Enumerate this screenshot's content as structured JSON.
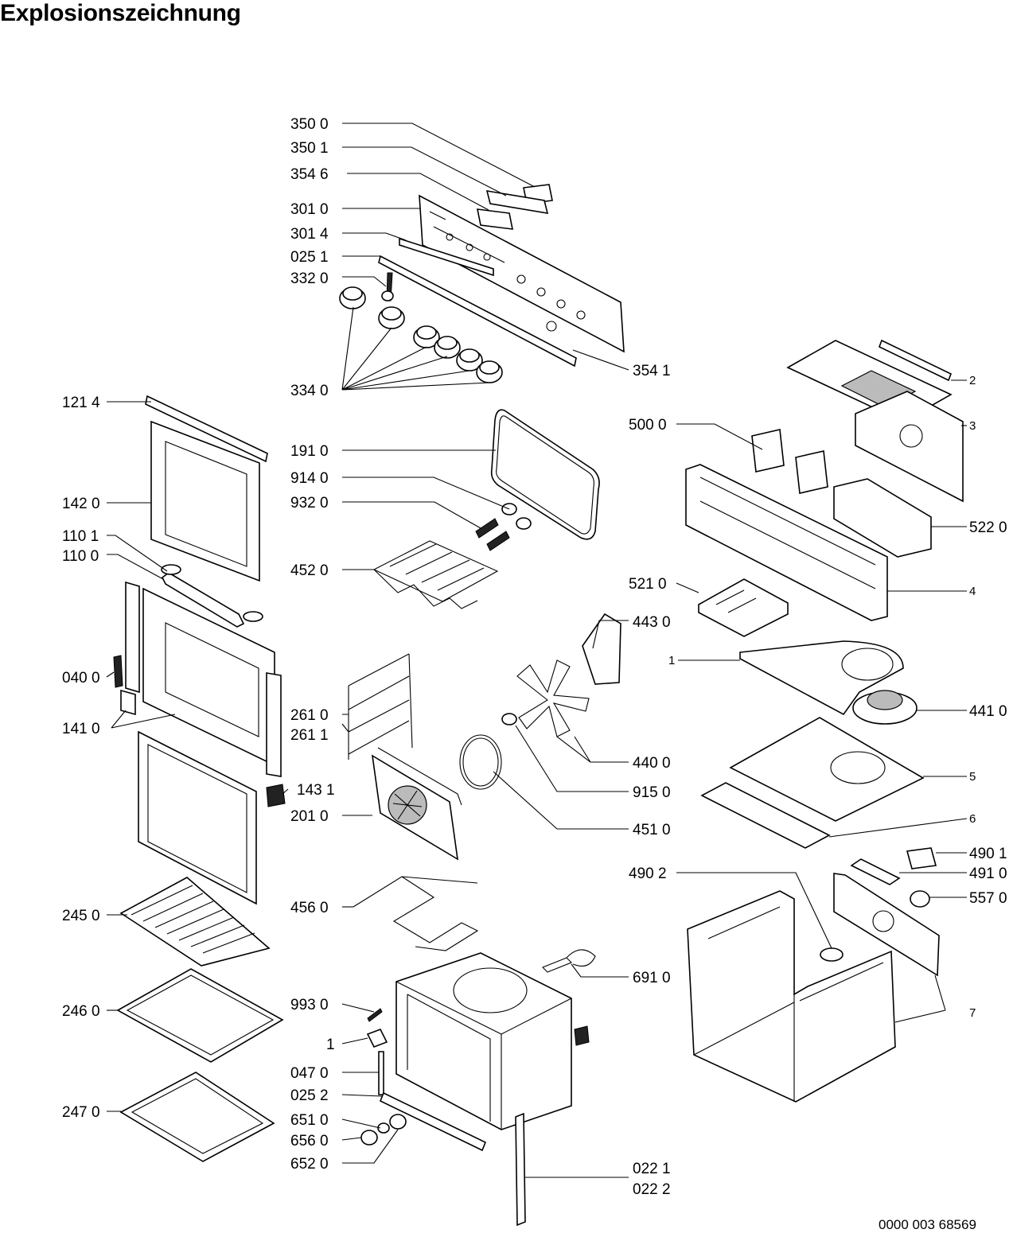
{
  "page": {
    "title": "Explosionszeichnung",
    "document_number": "0000 003 68569"
  },
  "labels": {
    "l3500": "350 0",
    "l3501": "350 1",
    "l3546": "354 6",
    "l3010": "301 0",
    "l3014": "301 4",
    "l0251": "025 1",
    "l3320": "332 0",
    "l3541": "354 1",
    "l3340": "334 0",
    "l1214": "121 4",
    "l1420": "142 0",
    "l1101": "110 1",
    "l1100": "110 0",
    "l0400": "040 0",
    "l1410": "141 0",
    "l1431": "143 1",
    "l2450": "245 0",
    "l2460": "246 0",
    "l2470": "247 0",
    "l1910": "191 0",
    "l9140": "914 0",
    "l9320": "932 0",
    "l4520": "452 0",
    "l2610": "261 0",
    "l2611": "261 1",
    "l2010": "201 0",
    "l4560": "456 0",
    "l9930": "993 0",
    "l1a": "1",
    "l0470": "047 0",
    "l0252": "025 2",
    "l6510": "651 0",
    "l6560": "656 0",
    "l6520": "652 0",
    "l4430": "443 0",
    "l4400": "440 0",
    "l9150": "915 0",
    "l4510": "451 0",
    "l6910": "691 0",
    "l0221": "022 1",
    "l0222": "022 2",
    "l2": "2",
    "l3": "3",
    "l5000": "500 0",
    "l5220": "522 0",
    "l5210": "521 0",
    "l4": "4",
    "l1b": "1",
    "l4410": "441 0",
    "l5": "5",
    "l6": "6",
    "l4901": "490 1",
    "l4902": "490 2",
    "l4910": "491 0",
    "l5570": "557 0",
    "l7": "7"
  }
}
